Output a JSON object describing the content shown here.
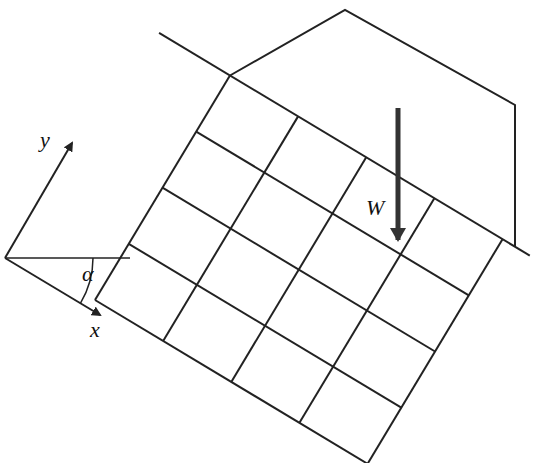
{
  "diagram": {
    "labels": [
      "y",
      "x",
      "α",
      "W"
    ]
  }
}
